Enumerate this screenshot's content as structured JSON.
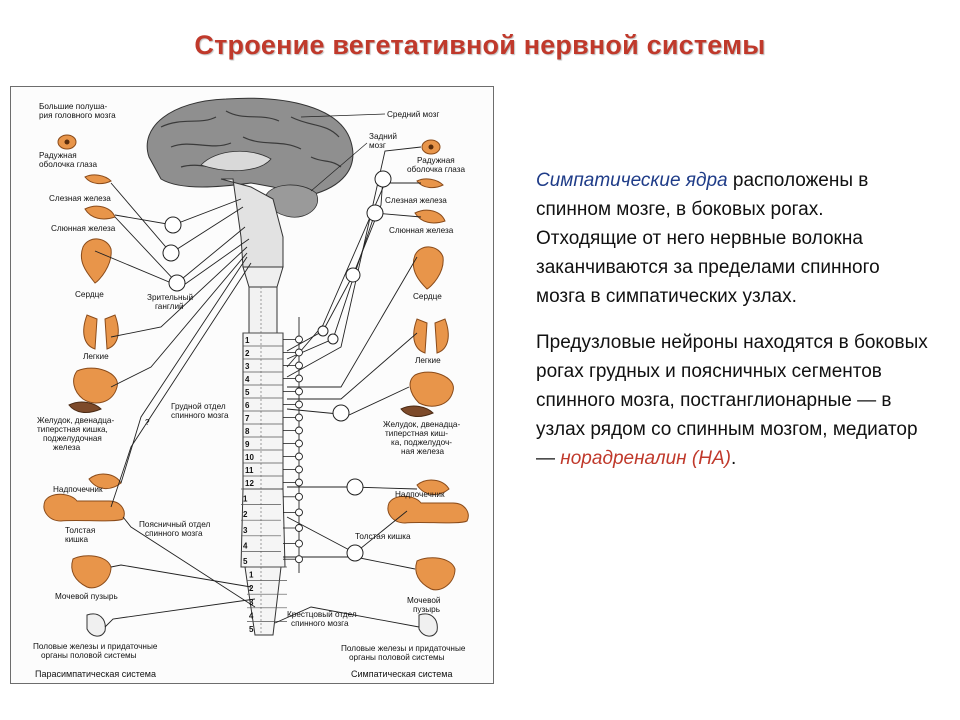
{
  "slide": {
    "title": "Строение вегетативной нервной системы"
  },
  "figure": {
    "left_organs": [
      "Большие полуша-",
      "рия головного мозга",
      "Радужная",
      "оболочка глаза",
      "Слезная железа",
      "Слюнная железа",
      "Сердце",
      "Легкие",
      "Желудок, двенадца-",
      "типерстная кишка,",
      "поджелудочная",
      "железа",
      "Надпочечник",
      "Толстая",
      "кишка",
      "Мочевой пузырь",
      "Половые железы и придаточные",
      "органы половой системы"
    ],
    "right_organs": [
      "Радужная",
      "оболочка глаза",
      "Слезная железа",
      "Слюнная железа",
      "Сердце",
      "Легкие",
      "Желудок, двенадца-",
      "типерстная киш-",
      "ка, поджелудоч-",
      "ная железа",
      "Надпочечник",
      "Толстая кишка",
      "Мочевой",
      "пузырь",
      "Половые железы и придаточные",
      "органы половой системы"
    ],
    "center_labels": {
      "midbrain": "Средний мозг",
      "hindbrain_1": "Задний",
      "hindbrain_2": "мозг",
      "optic_ganglion_1": "Зрительный",
      "optic_ganglion_2": "ганглий",
      "thoracic_1": "Грудной отдел",
      "thoracic_2": "спинного мозга",
      "lumbar_1": "Поясничный отдел",
      "lumbar_2": "спинного мозга",
      "sacral_1": "Крестцовый отдел",
      "sacral_2": "спинного мозга",
      "question": "?"
    },
    "system_names": {
      "left": "Парасимпатическая система",
      "right": "Симпатическая система"
    },
    "segments": {
      "thoracic": [
        "1",
        "2",
        "3",
        "4",
        "5",
        "6",
        "7",
        "8",
        "9",
        "10",
        "11",
        "12"
      ],
      "lumbar": [
        "1",
        "2",
        "3",
        "4",
        "5"
      ],
      "sacral": [
        "1",
        "2",
        "3",
        "4",
        "5"
      ]
    }
  },
  "text": {
    "p1_highlight": "Симпатические ядра",
    "p1_rest": " расположены в спинном мозге, в боковых рогах. Отходящие от него нервные волокна заканчиваются за пределами спинного мозга в симпатических узлах.",
    "p2_start": "Предузловые нейроны находятся в боковых рогах грудных и поясничных сегментов спинного мозга, постганглионарные — в узлах рядом со спинным мозгом, медиатор — ",
    "p2_highlight": "норадреналин (НА)",
    "p2_end": "."
  },
  "colors": {
    "title": "#c0392b",
    "highlight_blue": "#1f3c88",
    "highlight_red": "#c0392b",
    "organ_orange": "#e8954a"
  }
}
